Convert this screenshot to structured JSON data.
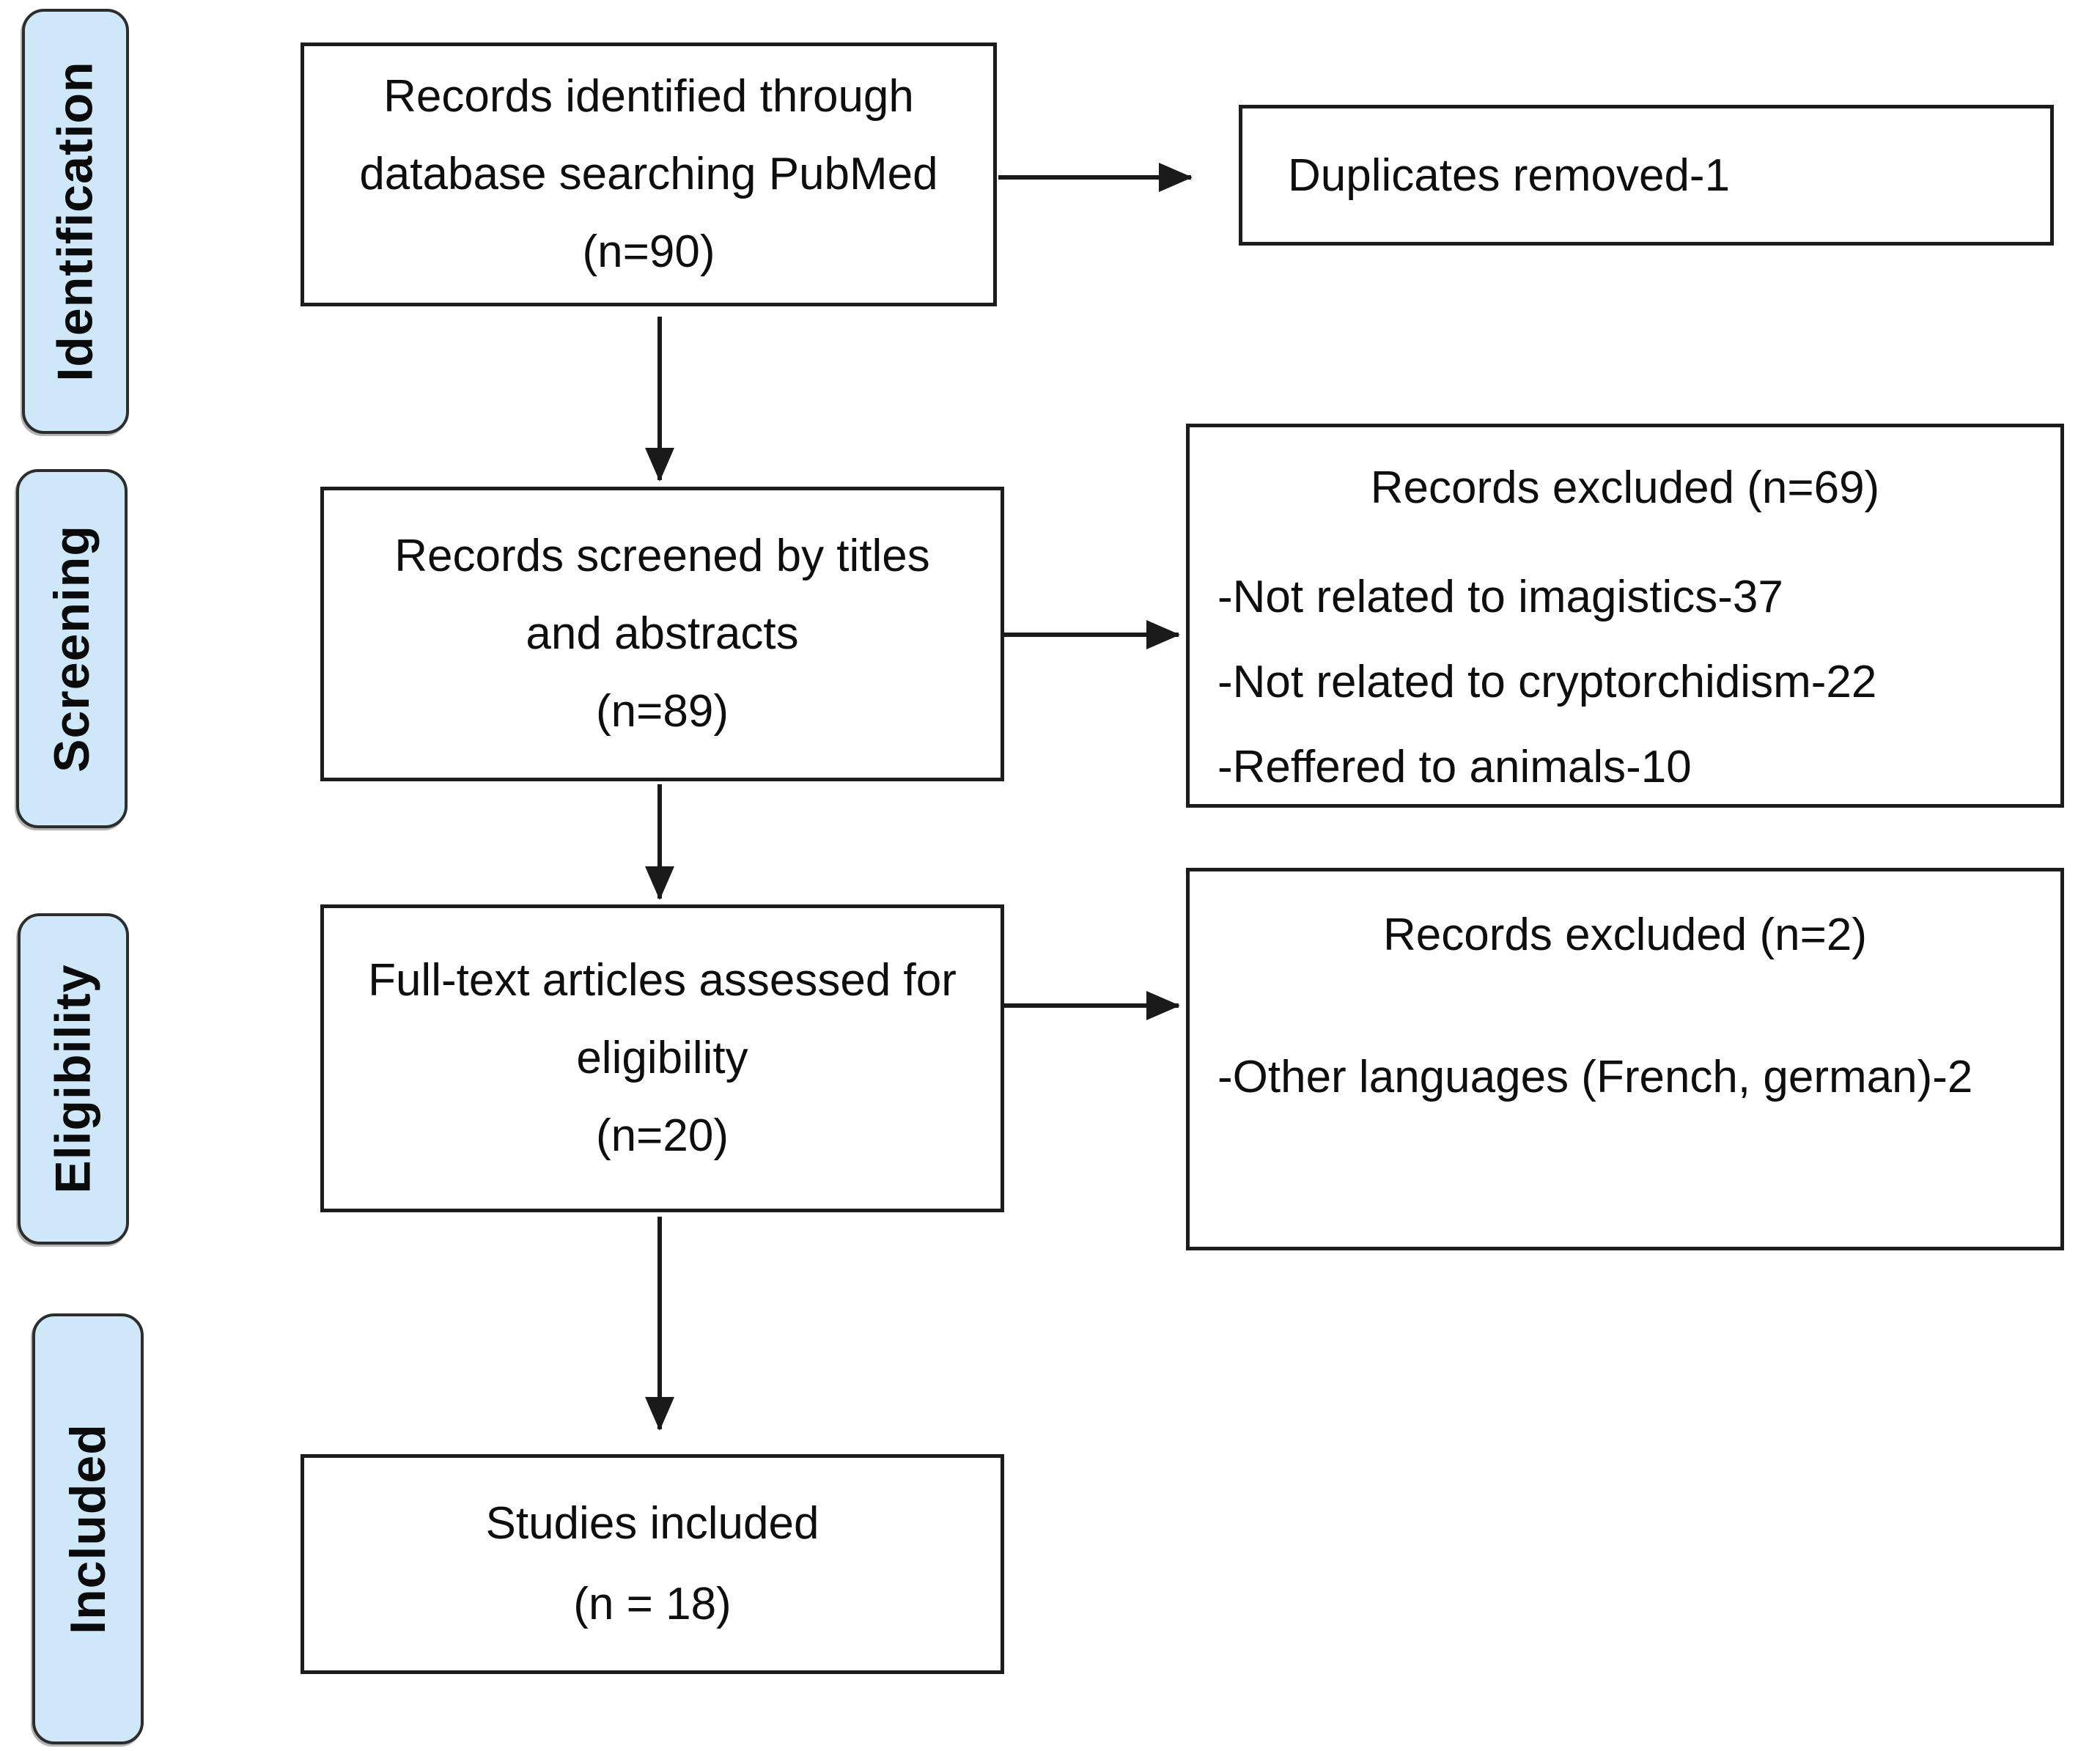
{
  "stages": [
    {
      "label": "Identification"
    },
    {
      "label": "Screening"
    },
    {
      "label": "Eligibility"
    },
    {
      "label": "Included"
    }
  ],
  "boxes": {
    "identified": {
      "lines": [
        "Records identified through",
        "database searching PubMed",
        "(n=90)"
      ]
    },
    "duplicates": {
      "lines": [
        "Duplicates removed-1"
      ]
    },
    "screened": {
      "lines": [
        "Records screened by titles",
        "and abstracts",
        "(n=89)"
      ]
    },
    "excludedScreening": {
      "title": "Records excluded (n=69)",
      "items": [
        "-Not related to imagistics-37",
        "-Not related to cryptorchidism-22",
        "-Reffered to animals-10"
      ]
    },
    "fulltext": {
      "lines": [
        "Full-text articles assessed for",
        "eligibility",
        "(n=20)"
      ]
    },
    "excludedEligibility": {
      "title": "Records excluded (n=2)",
      "items": [
        "-Other languages (French, german)-2"
      ]
    },
    "included": {
      "lines": [
        "Studies included",
        "(n = 18)"
      ]
    }
  },
  "colors": {
    "stage_fill": "#cfe8f9",
    "stage_border": "#2d2d2d",
    "box_border": "#1c1c1c",
    "arrow": "#1a1a1a",
    "text": "#0e0e0e",
    "background": "#ffffff"
  }
}
